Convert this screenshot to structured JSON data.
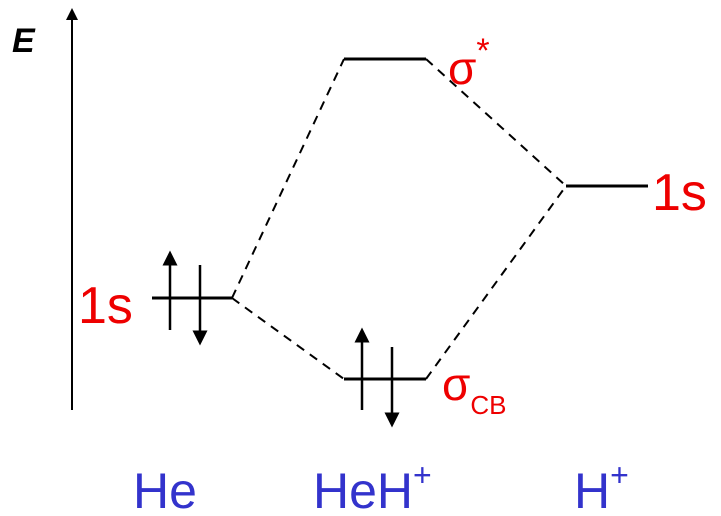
{
  "energy_axis": {
    "label": "E"
  },
  "orbitals": {
    "he_1s": "1s",
    "h_1s": "1s",
    "sigma_star": {
      "symbol": "σ",
      "superscript": "*"
    },
    "sigma_cb": {
      "symbol": "σ",
      "subscript": "CB"
    }
  },
  "species": {
    "left": "He",
    "middle_base": "HeH",
    "middle_charge": "+",
    "right_base": "H",
    "right_charge": "+"
  },
  "colors": {
    "orbital_labels": "#ee0000",
    "species_labels": "#3333cc"
  }
}
